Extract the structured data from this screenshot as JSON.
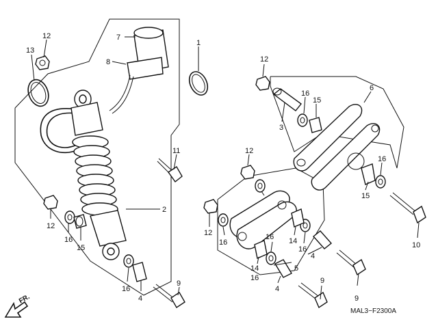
{
  "diagram": {
    "code": "MAL3−F2300A",
    "direction_label": "FR.",
    "callouts": {
      "c1": "1",
      "c2": "2",
      "c3": "3",
      "c4a": "4",
      "c4b": "4",
      "c4c": "4",
      "c5": "5",
      "c6": "6",
      "c7": "7",
      "c8": "8",
      "c9a": "9",
      "c9b": "9",
      "c9c": "9",
      "c10": "10",
      "c11": "11",
      "c12a": "12",
      "c12b": "12",
      "c12c": "12",
      "c12d": "12",
      "c12e": "12",
      "c13": "13",
      "c14a": "14",
      "c14b": "14",
      "c15a": "15",
      "c15b": "15",
      "c15c": "15",
      "c16a": "16",
      "c16b": "16",
      "c16c": "16",
      "c16d": "16",
      "c16e": "16",
      "c16f": "16",
      "c16g": "16",
      "c16h": "16"
    }
  }
}
